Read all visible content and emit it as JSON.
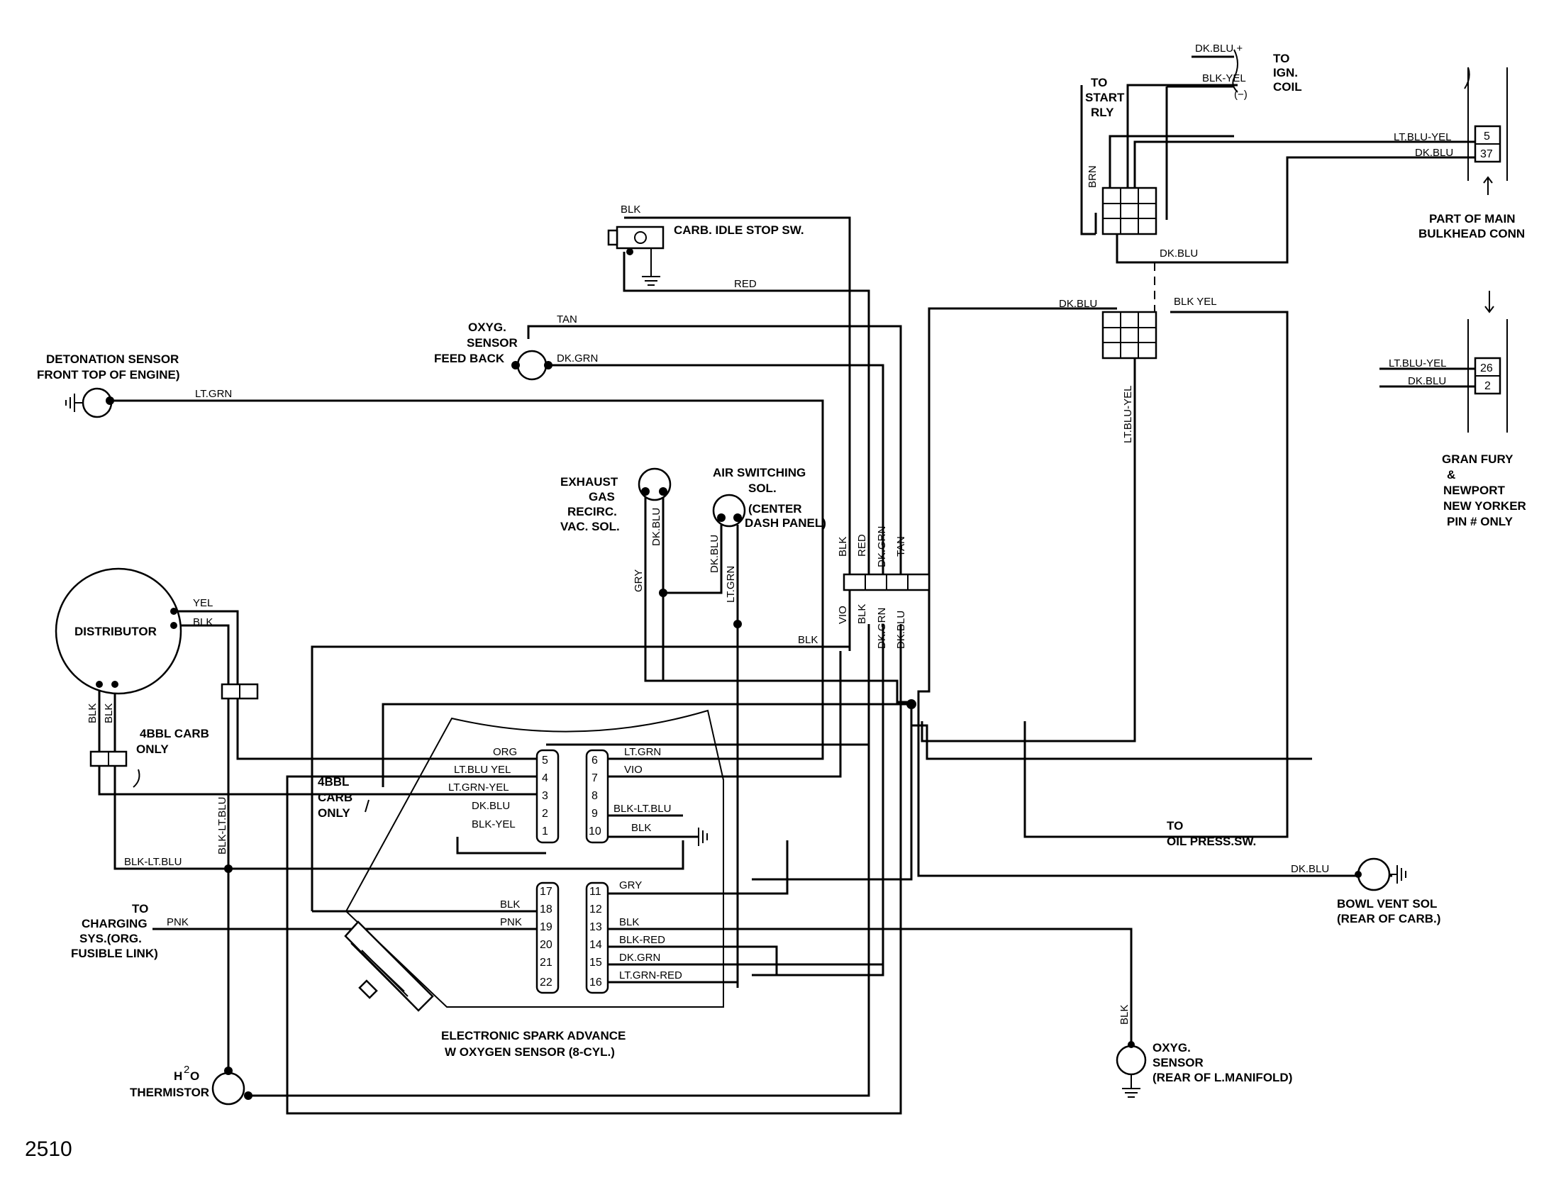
{
  "figure_number": "2510",
  "title": {
    "line1": "ELECTRONIC SPARK ADVANCE",
    "line2": "W OXYGEN SENSOR (8-CYL.)"
  },
  "components": {
    "detonation_sensor": [
      "DETONATION SENSOR",
      "FRONT TOP OF ENGINE)"
    ],
    "oxyg_feedback": [
      "OXYG.",
      "SENSOR",
      "FEED BACK"
    ],
    "carb_idle": "CARB. IDLE STOP SW.",
    "egr": [
      "EXHAUST",
      "GAS",
      "RECIRC.",
      "VAC. SOL."
    ],
    "air_sol": [
      "AIR SWITCHING",
      "SOL.",
      "(CENTER",
      "DASH PANEL)"
    ],
    "distributor": "DISTRIBUTOR",
    "carb_4bbl": [
      "4BBL CARB",
      "ONLY"
    ],
    "carb_4bbl_2": [
      "4BBL",
      "CARB",
      "ONLY"
    ],
    "charging": [
      "TO",
      "CHARGING",
      "SYS.(ORG.",
      "FUSIBLE LINK)"
    ],
    "thermistor": [
      "H",
      "2",
      "O",
      "THERMISTOR"
    ],
    "start_rly": [
      "TO",
      "START",
      "RLY"
    ],
    "ign_coil": [
      "TO",
      "IGN.",
      "COIL"
    ],
    "bulkhead": [
      "PART OF MAIN",
      "BULKHEAD CONN"
    ],
    "gran_fury": [
      "GRAN FURY",
      "&",
      "NEWPORT",
      "NEW YORKER",
      "PIN # ONLY"
    ],
    "oil_press": [
      "TO",
      "OIL PRESS.SW."
    ],
    "bowl_vent": [
      "BOWL VENT SOL",
      "(REAR OF CARB.)"
    ],
    "oxyg_rear": [
      "OXYG.",
      "SENSOR",
      "(REAR OF L.MANIFOLD)"
    ]
  },
  "connector_left_pins": [
    "5",
    "4",
    "3",
    "2",
    "1"
  ],
  "connector_right_pins": [
    "6",
    "7",
    "8",
    "9",
    "10"
  ],
  "connector2_left_pins": [
    "17",
    "18",
    "19",
    "20",
    "21",
    "22"
  ],
  "connector2_right_pins": [
    "11",
    "12",
    "13",
    "14",
    "15",
    "16"
  ],
  "bulkhead_pins_top": [
    "5",
    "37"
  ],
  "bulkhead_pins_bottom": [
    "26",
    "2"
  ],
  "wires": {
    "blk_top": "BLK",
    "red": "RED",
    "tan": "TAN",
    "dk_grn": "DK.GRN",
    "lt_grn": "LT.GRN",
    "dk_blu_egr": "DK.BLU",
    "gry": "GRY",
    "dk_blu_air": "DK.BLU",
    "lt_grn_air": "LT.GRN",
    "yel": "YEL",
    "blk_dist": "BLK",
    "blk_v1": "BLK",
    "blk_v2": "BLK",
    "blk_lt_blu_v": "BLK-LT.BLU",
    "blk_lt_blu_h": "BLK-LT.BLU",
    "pnk": "PNK",
    "bundle_top": [
      "BLK",
      "RED",
      "DK.GRN",
      "TAN"
    ],
    "bundle_bot": [
      "VIO",
      "BLK",
      "DK.GRN",
      "DK.BLU"
    ],
    "blk_bundle": "BLK",
    "p5": "ORG",
    "p4": "LT.BLU YEL",
    "p3": "LT.GRN-YEL",
    "p2": "DK.BLU",
    "p1": "BLK-YEL",
    "p6": "LT.GRN",
    "p7": "VIO",
    "p9": "BLK-LT.BLU",
    "p10": "BLK",
    "p18": "BLK",
    "p19": "PNK",
    "p11": "GRY",
    "p13": "BLK",
    "p14": "BLK-RED",
    "p15": "DK.GRN",
    "p16": "LT.GRN-RED",
    "dk_blu_plus": "DK.BLU +",
    "blk_yel_minus": "BLK-YEL",
    "minus": "(−)",
    "brn": "BRN",
    "lt_blu_yel_top": "LT.BLU-YEL",
    "dk_blu_top": "DK.BLU",
    "dk_blu_mid": "DK.BLU",
    "dk_blu_conn": "DK.BLU",
    "blk_yel_conn": "BLK YEL",
    "lt_blu_yel_v": "LT.BLU-YEL",
    "lt_blu_yel_bot": "LT.BLU-YEL",
    "dk_blu_bot": "DK.BLU",
    "dk_blu_bowl": "DK.BLU",
    "blk_oxyg": "BLK"
  }
}
